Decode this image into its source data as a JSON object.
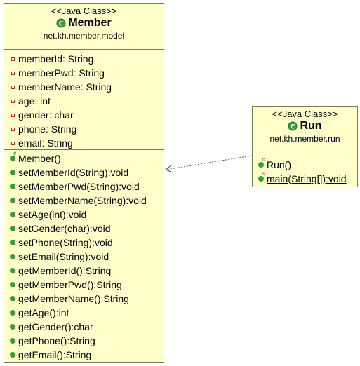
{
  "classes": {
    "member": {
      "stereotype": "<<Java Class>>",
      "name": "Member",
      "package": "net.kh.member.model",
      "attributes": [
        "memberId: String",
        "memberPwd: String",
        "memberName: String",
        "age: int",
        "gender: char",
        "phone: String",
        "email: String"
      ],
      "methods": [
        "Member()",
        "setMemberId(String):void",
        "setMemberPwd(String):void",
        "setMemberName(String):void",
        "setAge(int):void",
        "setGender(char):void",
        "setPhone(String):void",
        "setEmail(String):void",
        "getMemberId():String",
        "getMemberPwd():String",
        "getMemberName():String",
        "getAge():int",
        "getGender():char",
        "getPhone():String",
        "getEmail():String"
      ]
    },
    "run": {
      "stereotype": "<<Java Class>>",
      "name": "Run",
      "package": "net.kh.member.run",
      "methods": [
        "Run()",
        "main(String[]):void"
      ]
    }
  },
  "colors": {
    "class_fill": "#ffffcc",
    "class_border": "#7a7a52",
    "method_icon": "#3b9a3a",
    "field_icon": "#c8242b"
  }
}
